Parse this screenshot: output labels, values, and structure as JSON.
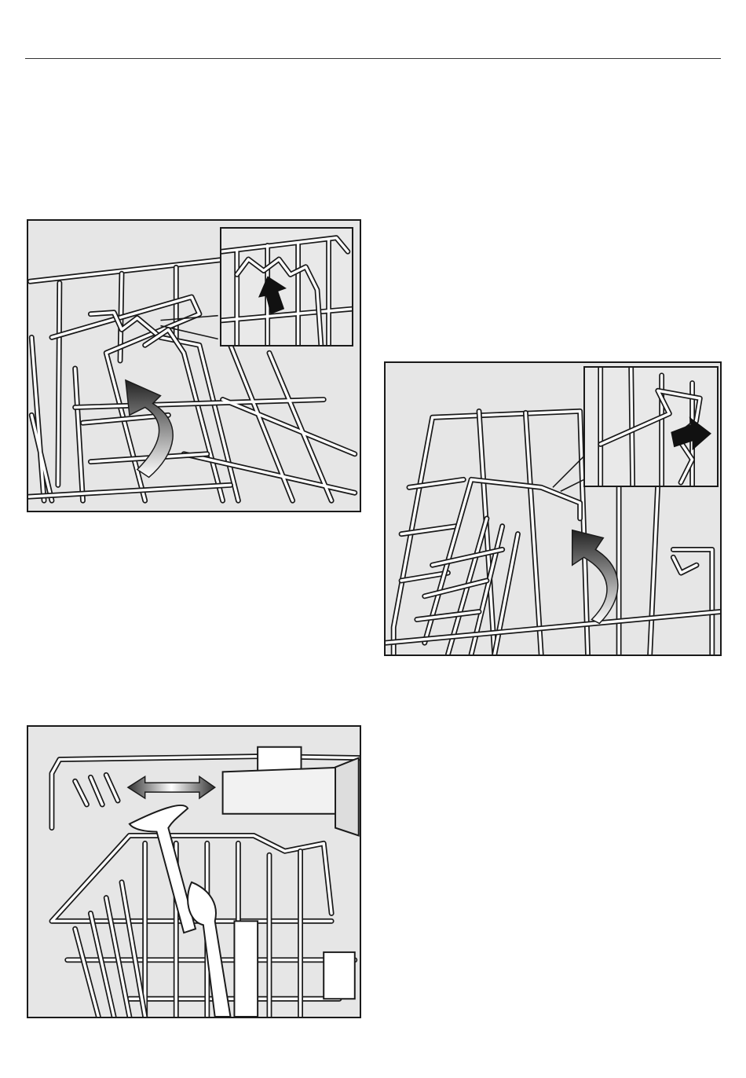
{
  "figures": [
    {
      "id": "fig1",
      "icon": "rack-hinge-illustration",
      "callout": "arrow-up-icon"
    },
    {
      "id": "fig2",
      "icon": "rack-hinge-illustration",
      "callout": "arrow-left-icon"
    },
    {
      "id": "fig3",
      "icon": "cutlery-basket-illustration",
      "callout": "double-arrow-icon"
    }
  ]
}
